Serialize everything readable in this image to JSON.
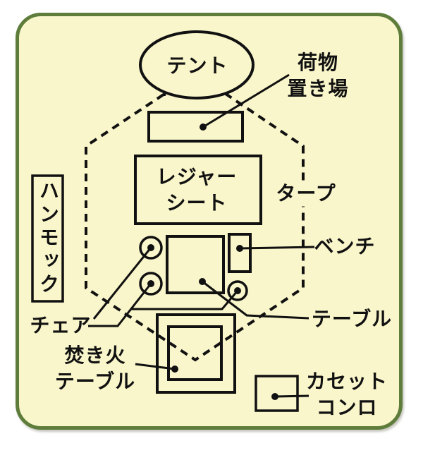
{
  "diagram_title": "campsite-layout-diagram",
  "colors": {
    "page_background": "#ffffff",
    "card_fill": "#faf6cb",
    "card_border_green": "#5e7d3b",
    "line_black": "#111111"
  },
  "labels": {
    "tent": "テント",
    "luggage": {
      "line1": "荷物",
      "line2": "置き場"
    },
    "tarp": "タープ",
    "leisure_sheet": {
      "line1": "レジャー",
      "line2": "シート"
    },
    "hammock": "ハンモック",
    "bench": "ベンチ",
    "chair": "チェア",
    "table": "テーブル",
    "fire_table": {
      "line1": "焚き火",
      "line2": "テーブル"
    },
    "stove": {
      "line1": "カセット",
      "line2": "コンロ"
    }
  }
}
